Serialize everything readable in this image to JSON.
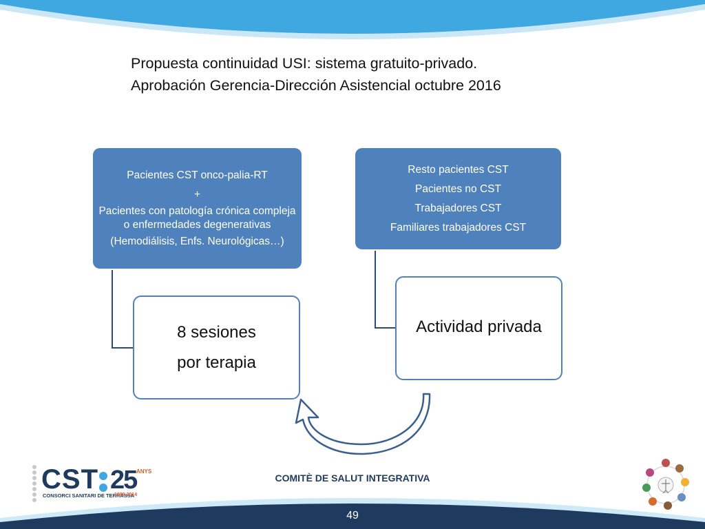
{
  "title": {
    "line1": "Propuesta continuidad USI: sistema gratuito-privado.",
    "line2": "Aprobación Gerencia-Dirección Asistencial octubre 2016"
  },
  "left_box": {
    "line1": "Pacientes CST  onco-palia-RT",
    "line2": "+",
    "line3": "Pacientes con patología crónica compleja o enfermedades degenerativas",
    "line4": "(Hemodiálisis, Enfs. Neurológicas…)"
  },
  "right_box": {
    "items": [
      "Resto pacientes CST",
      "Pacientes no CST",
      "Trabajadores CST",
      "Familiares trabajadores CST"
    ]
  },
  "sessions_box": {
    "line1": "8 sesiones",
    "line2": "por terapia"
  },
  "private_box": {
    "label": "Actividad privada"
  },
  "footer": {
    "committee": "COMITÈ DE SALUT INTEGRATIVA",
    "page_number": "49",
    "logo_text": "CST",
    "logo_subtitle": "CONSORCI SANITARI DE TERRASSA",
    "anniversary_number": "25",
    "anniversary_word": "ANYS",
    "anniversary_years": "1989 2014"
  },
  "colors": {
    "header_band": "#3fa8e0",
    "footer_band": "#1f3a5f",
    "box_blue": "#4f81bd",
    "connector": "#2e4a6e",
    "arrow_outline": "#3a5f8f"
  }
}
